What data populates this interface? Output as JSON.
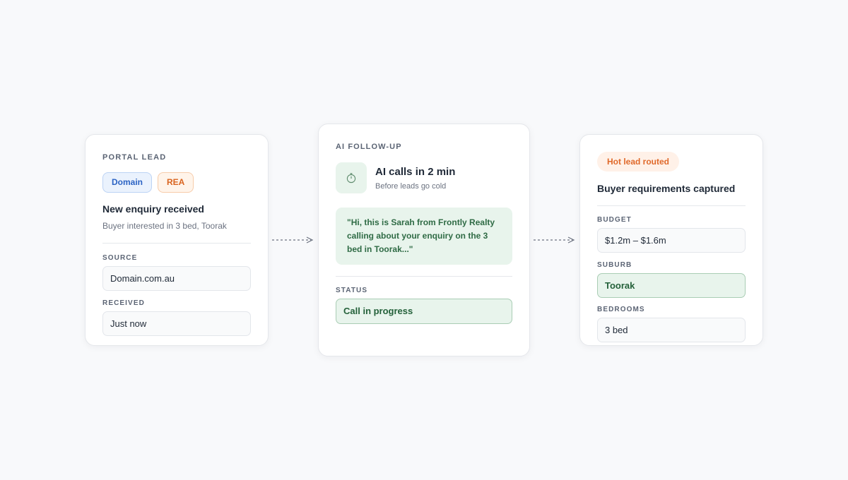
{
  "portal": {
    "eyebrow": "PORTAL LEAD",
    "chips": [
      {
        "label": "Domain"
      },
      {
        "label": "REA"
      }
    ],
    "title": "New enquiry received",
    "subtitle": "Buyer interested in 3 bed, Toorak",
    "source_label": "SOURCE",
    "source_value": "Domain.com.au",
    "received_label": "RECEIVED",
    "received_value": "Just now"
  },
  "ai": {
    "eyebrow": "AI FOLLOW-UP",
    "icon": "timer-icon",
    "title": "AI calls in 2 min",
    "subtitle": "Before leads go cold",
    "quote": "\"Hi, this is Sarah from Frontly Realty calling about your enquiry on the 3 bed in Toorak...\"",
    "status_label": "STATUS",
    "status_value": "Call in progress"
  },
  "hot": {
    "badge": "Hot lead routed",
    "title": "Buyer requirements captured",
    "budget_label": "BUDGET",
    "budget_value": "$1.2m – $1.6m",
    "suburb_label": "SUBURB",
    "suburb_value": "Toorak",
    "bedrooms_label": "BEDROOMS",
    "bedrooms_value": "3 bed"
  },
  "colors": {
    "background": "#f8f9fb",
    "accent_green": "#e8f4ec",
    "accent_green_text": "#2f6b45",
    "accent_orange": "#e0692a",
    "accent_blue": "#2b63c4"
  }
}
